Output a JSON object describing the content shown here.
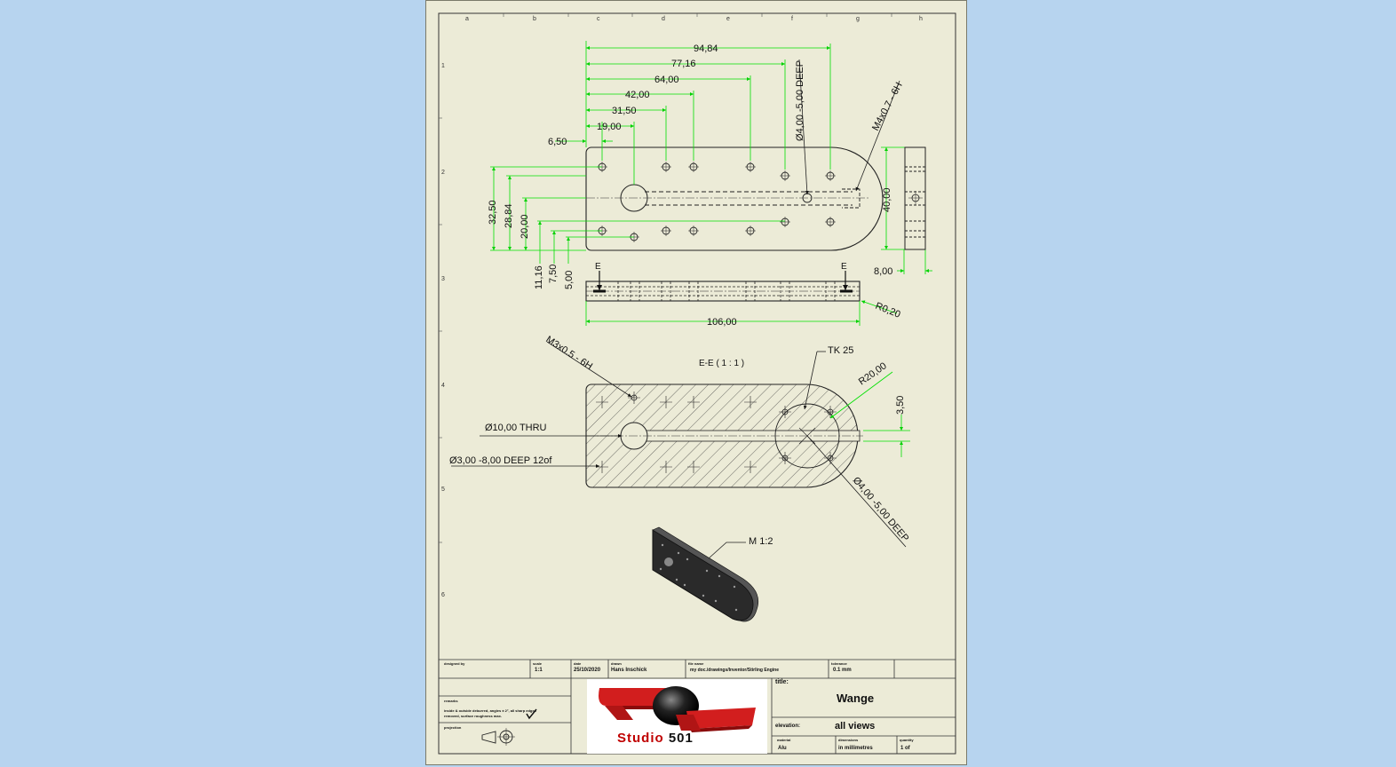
{
  "sheet": {
    "column_letters": [
      "a",
      "b",
      "c",
      "d",
      "e",
      "f",
      "g",
      "h"
    ],
    "row_numbers": [
      "1",
      "2",
      "3",
      "4",
      "5",
      "6"
    ]
  },
  "dimensions": {
    "top_horizontal": [
      "94,84",
      "77,16",
      "64,00",
      "42,00",
      "31,50",
      "19,00",
      "6,50"
    ],
    "left_vertical": [
      "32,50",
      "28,84",
      "20,00",
      "11,16",
      "7,50",
      "5,00"
    ],
    "side_height": "40,00",
    "side_width": "8,00",
    "overall_length": "106,00",
    "fillet": "R0,20",
    "tk": "TK 25",
    "radius": "R20,00",
    "offset": "3,50"
  },
  "callouts": {
    "hole_top": "Ø4,00 -5,00 DEEP",
    "thread_top": "M4x0.7 - 6H",
    "thread_section": "M3x0.5 - 6H",
    "thru_hole": "Ø10,00 THRU",
    "small_holes": "Ø3,00 -8,00 DEEP 12of",
    "hole_section": "Ø4,00 -5,00 DEEP",
    "iso_scale": "M 1:2"
  },
  "section": {
    "marker": "E",
    "title": "E-E ( 1 : 1 )"
  },
  "title_block": {
    "designed_by_label": "designed by",
    "scale_label": "scale",
    "scale": "1:1",
    "date_label": "date",
    "date": "25/10/2020",
    "drawn_label": "drawn",
    "drawn": "Hans Inschick",
    "file_name_label": "file name",
    "file_name": "my doc./drawings/Inventor/Stirling Engine",
    "tolerance_label": "tolerance",
    "tolerance": "0.1 mm",
    "remarks_label": "remarks",
    "remarks_line1": "inside & outside deburred, angles ± 2°, all sharp edges",
    "remarks_line2": "removed, surface roughness max.",
    "projection_label": "projection",
    "title_label": "title:",
    "title": "Wange",
    "elevation_label": "elevation:",
    "elevation": "all views",
    "material_label": "material",
    "material": "Alu",
    "dimensions_label": "dimensions",
    "dimensions": "in millimetres",
    "quantity_label": "quantity",
    "quantity": "1 of"
  },
  "logo": {
    "brand": "Studio",
    "number": "501",
    "brand_color": "#c00000"
  },
  "colors": {
    "dimension_line": "#00e000",
    "background": "#b7d4ef",
    "paper": "#ecebd7"
  }
}
